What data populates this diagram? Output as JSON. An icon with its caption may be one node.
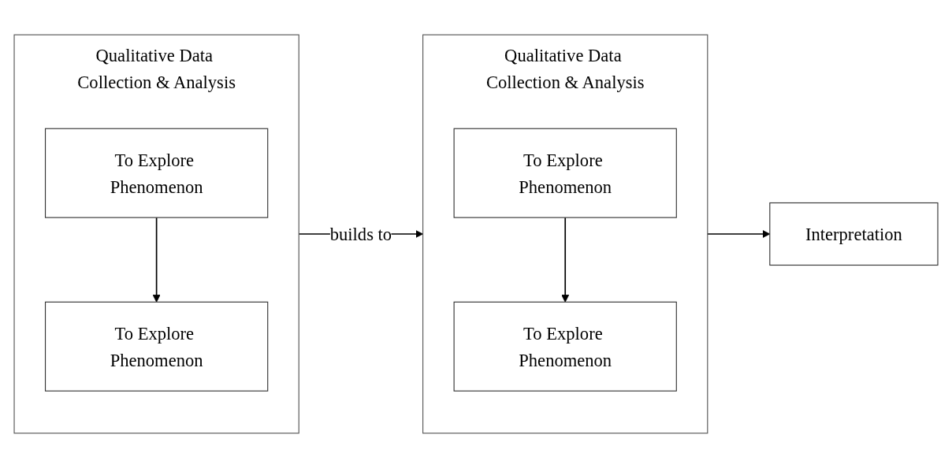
{
  "diagram": {
    "nodes": [
      {
        "text": [
          "Qualitative Data Collection & Analysis"
        ]
      },
      {
        "text": [
          "To Explore Phenomenon"
        ],
        "in": 0
      },
      {
        "text": [
          "To Explore Phenomenon"
        ],
        "in": 0
      },
      {
        "text": [
          "Qualitative Data Collection & Analysis"
        ]
      },
      {
        "text": [
          "To Explore Phenomenon"
        ],
        "in": 3
      },
      {
        "text": [
          "To Explore Phenomenon"
        ],
        "in": 3
      },
      {
        "text": [
          "Interpretation"
        ]
      }
    ],
    "edges": [
      {
        "from": 1,
        "to": 2,
        "arrow": "to"
      },
      {
        "from": 0,
        "to": 3,
        "label": "builds to",
        "arrow": "to"
      },
      {
        "from": 4,
        "to": 5,
        "arrow": "to"
      },
      {
        "from": 3,
        "to": 6,
        "arrow": "to"
      }
    ]
  }
}
